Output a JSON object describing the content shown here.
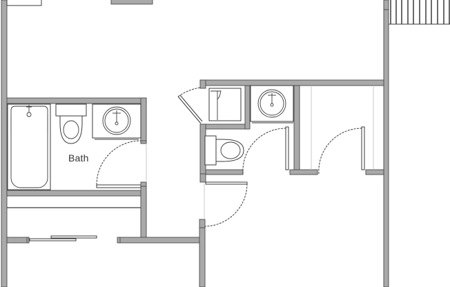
{
  "plan": {
    "type": "floor-plan",
    "rooms": [
      {
        "id": "bath",
        "label": "Bath"
      }
    ],
    "fixtures": {
      "bath": [
        "bathtub",
        "toilet",
        "sink-vanity"
      ],
      "half_bath": [
        "shower-stall",
        "toilet",
        "sink-vanity"
      ]
    },
    "colors": {
      "wall_fill": "#a9a9a9",
      "wall_stroke": "#4a4a4a",
      "line": "#3a3a3a",
      "background": "#ffffff"
    }
  }
}
